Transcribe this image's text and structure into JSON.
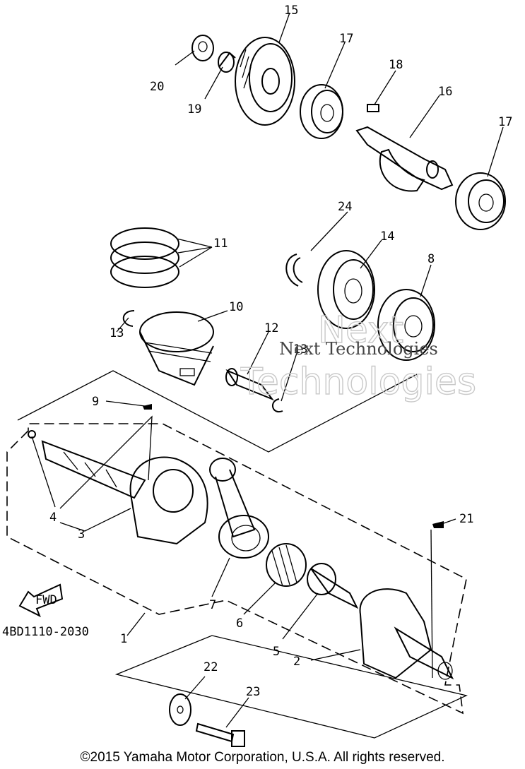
{
  "callouts": [
    {
      "id": "1",
      "label": "1"
    },
    {
      "id": "2",
      "label": "2"
    },
    {
      "id": "3",
      "label": "3"
    },
    {
      "id": "4",
      "label": "4"
    },
    {
      "id": "5",
      "label": "5"
    },
    {
      "id": "6",
      "label": "6"
    },
    {
      "id": "7",
      "label": "7"
    },
    {
      "id": "8",
      "label": "8"
    },
    {
      "id": "9",
      "label": "9"
    },
    {
      "id": "10",
      "label": "10"
    },
    {
      "id": "11",
      "label": "11"
    },
    {
      "id": "12",
      "label": "12"
    },
    {
      "id": "13a",
      "label": "13"
    },
    {
      "id": "13b",
      "label": "13"
    },
    {
      "id": "14",
      "label": "14"
    },
    {
      "id": "15",
      "label": "15"
    },
    {
      "id": "16",
      "label": "16"
    },
    {
      "id": "17a",
      "label": "17"
    },
    {
      "id": "17b",
      "label": "17"
    },
    {
      "id": "18",
      "label": "18"
    },
    {
      "id": "19",
      "label": "19"
    },
    {
      "id": "20",
      "label": "20"
    },
    {
      "id": "21",
      "label": "21"
    },
    {
      "id": "22",
      "label": "22"
    },
    {
      "id": "23",
      "label": "23"
    },
    {
      "id": "24",
      "label": "24"
    }
  ],
  "fwd_label": "FWD",
  "diagram_code": "4BD1110-2030",
  "watermark": {
    "line1": "Next",
    "line2": "Technologies",
    "serif_text": "Next Technologies"
  },
  "copyright": "©2015 Yamaha Motor Corporation, U.S.A. All rights reserved."
}
